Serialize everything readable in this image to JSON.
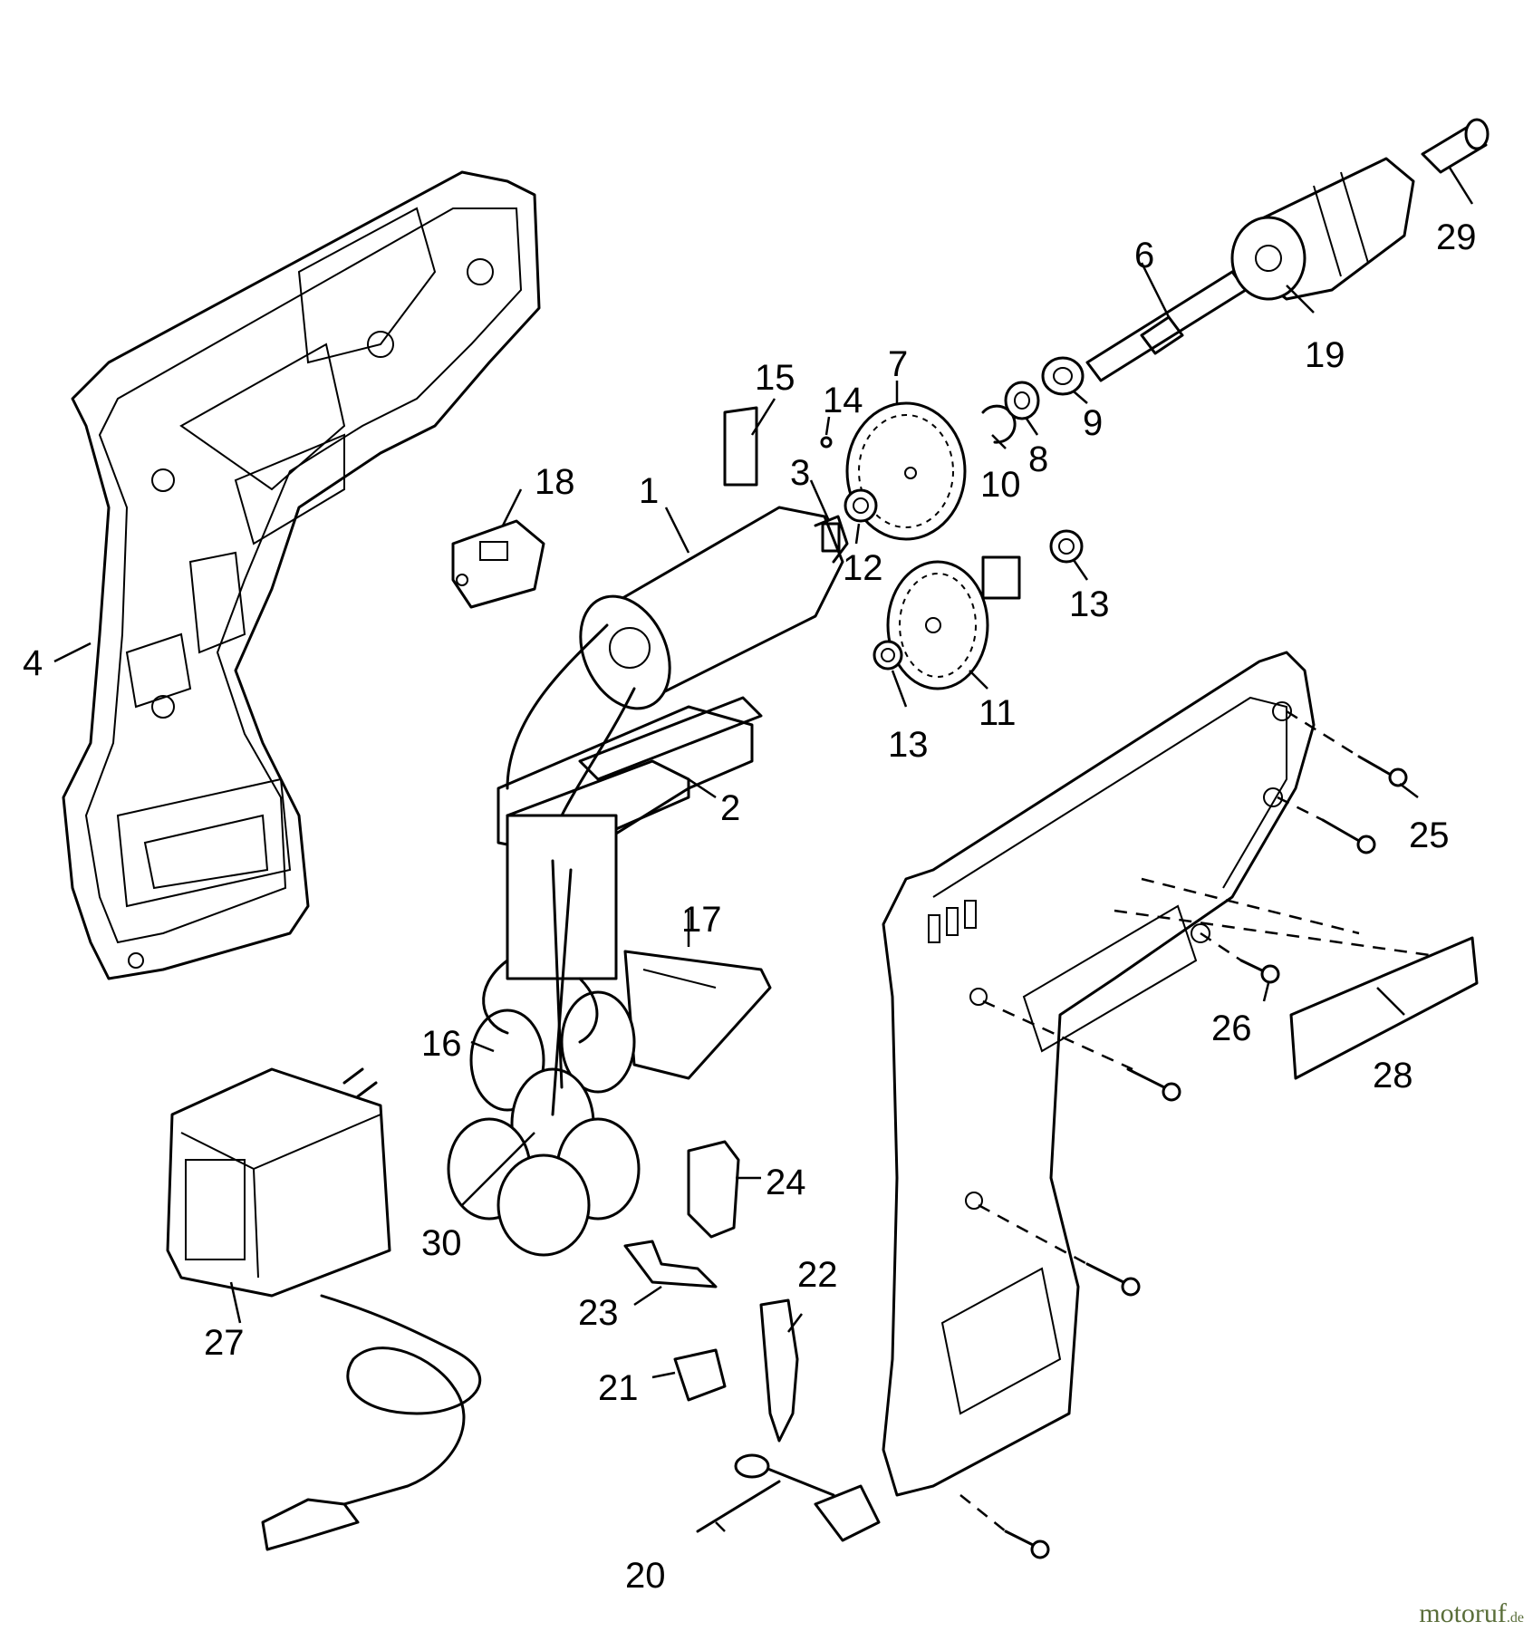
{
  "callouts": {
    "c1": "1",
    "c2": "2",
    "c3": "3",
    "c4": "4",
    "c6": "6",
    "c7": "7",
    "c8": "8",
    "c9": "9",
    "c10": "10",
    "c11": "11",
    "c12": "12",
    "c13a": "13",
    "c13b": "13",
    "c14": "14",
    "c15": "15",
    "c16": "16",
    "c17": "17",
    "c18": "18",
    "c19": "19",
    "c20": "20",
    "c21": "21",
    "c22": "22",
    "c23": "23",
    "c24": "24",
    "c25": "25",
    "c26": "26",
    "c27": "27",
    "c28": "28",
    "c29": "29",
    "c30": "30"
  },
  "watermark": {
    "brand": "motoruf",
    "suffix": ".de"
  }
}
